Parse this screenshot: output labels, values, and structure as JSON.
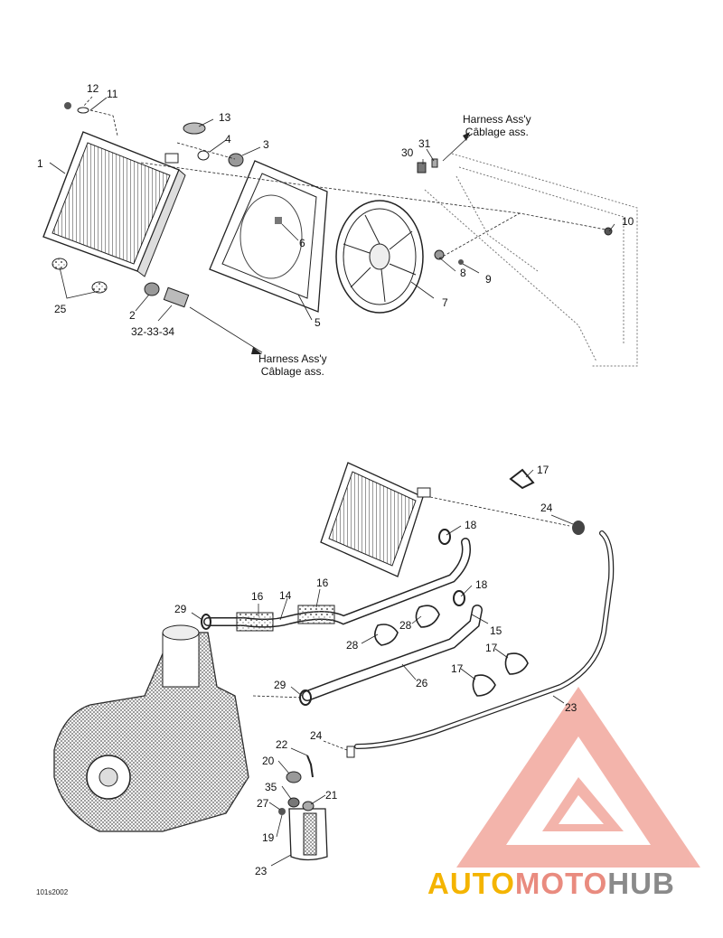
{
  "callouts": {
    "top": [
      "12",
      "11",
      "13",
      "4",
      "3",
      "1",
      "30",
      "31",
      "10",
      "6",
      "8",
      "9",
      "7",
      "5",
      "2",
      "32-33-34",
      "25"
    ],
    "bottom": [
      "17",
      "24",
      "18",
      "18",
      "16",
      "14",
      "16",
      "29",
      "15",
      "28",
      "28",
      "26",
      "17",
      "17",
      "29",
      "23",
      "24",
      "22",
      "20",
      "35",
      "21",
      "27",
      "19",
      "23"
    ]
  },
  "notes": {
    "harness_en": "Harness Ass'y",
    "harness_fr": "Câblage ass."
  },
  "drawing_code": "101s2002",
  "watermark": {
    "part1": "AUTO",
    "part2": "MOTO",
    "part3": "HUB"
  },
  "colors": {
    "watermark_red": "#e98b7f",
    "watermark_gold": "#f4b400",
    "watermark_grey": "#8a8a8a",
    "line": "#222222"
  }
}
